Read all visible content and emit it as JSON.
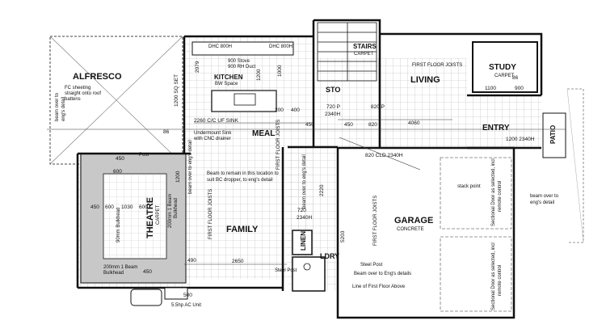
{
  "rooms": {
    "alfresco": "ALFRESCO",
    "kitchen": "KITCHEN",
    "stairs": "STAIRS",
    "stairs_sub": "CARPET",
    "living": "LIVING",
    "study": "STUDY",
    "study_sub": "CARPET",
    "entry": "ENTRY",
    "patio": "PATIO",
    "meal": "MEAL",
    "theatre": "THEATRE",
    "theatre_sub": "CARPET",
    "family": "FAMILY",
    "garage": "GARAGE",
    "garage_sub": "CONCRETE",
    "linen": "LINEN",
    "ldry": "LDRY",
    "sto": "STO"
  },
  "notes": {
    "alfresco_note1": "FC sheeting",
    "alfresco_note2": "straight onto roof",
    "alfresco_note3": "battens",
    "kitchen_note1": "900 Stove",
    "kitchen_note2": "900 RH Duct",
    "kitchen_note3": "BW Space",
    "kitchen_dims1": "DHC 800H",
    "kitchen_dims2": "DHC 800H",
    "undermount1": "Undermount Sink",
    "undermount2": "with CNC drainer",
    "beam_remain1": "Beam to remain in this location to",
    "beam_remain2": "suit BC dropper, to eng's detail",
    "first_floor_joists_living": "FIRST FLOOR JOISTS",
    "first_floor_joists_family": "FIRST FLOOR JOISTS",
    "first_floor_joists_garage": "FIRST FLOOR JOISTS",
    "first_floor_joists_meal": "FIRST FLOOR JOISTS",
    "theatre_bulkhead_top": "90mm Bulkhead",
    "theatre_bulkhead_bottom": "200mm 1 Beam",
    "theatre_bulkhead_bottom2": "Bulkhead",
    "theatre_beam_right": "200mm 1 Beam",
    "theatre_beam_right2": "Bulkhead",
    "stack_point": "stack point",
    "sectional_door1": "Sectional Door as selected, incl",
    "sectional_door1b": "remote control",
    "sectional_door2": "Sectional Door as selected, incl",
    "sectional_door2b": "remote control",
    "beam_over_eng": "beam over to",
    "beam_over_eng2": "eng's detail",
    "steel_post": "Steel Post",
    "beam_over_eng_details": "Beam over to Eng's details",
    "line_first_floor": "Line of First Floor Above",
    "ac_unit": "5.5hp AC Unit",
    "beam_over_left": "beam over to",
    "beam_over_left2": "eng's detail",
    "beam_over_meal": "beam over to eng's detail",
    "beam_over_meal2": "beam over to eng's detail",
    "post": "Post",
    "steel_post_fam": "Steel Post"
  },
  "dims": {
    "d2260": "2260 C/C UF SINK",
    "d86a": "86",
    "d86b": "86",
    "d450a": "450",
    "d450b": "450",
    "d450c": "450",
    "d450d": "450",
    "d450e": "450",
    "d600a": "600",
    "d600b": "600",
    "d600c": "600",
    "d1030": "1030",
    "d1200a": "1200",
    "d1200b": "1200 SQ SET",
    "d1200c": "1200 2340H",
    "d1100": "1100",
    "d900": "900",
    "d720": "720 P",
    "d2340": "2340H",
    "d820a": "820",
    "d820b": "820 P",
    "d820c": "820 CLD 2340H",
    "d4060": "4060",
    "d490": "490",
    "d2650": "2650",
    "d5203": "5203",
    "d2220": "2220",
    "d720b": "720",
    "d2340b": "2340H",
    "d200a": "200",
    "d400": "400",
    "d1000": "1000",
    "d1200v": "1200",
    "d2079": "2079",
    "d500": "500"
  }
}
